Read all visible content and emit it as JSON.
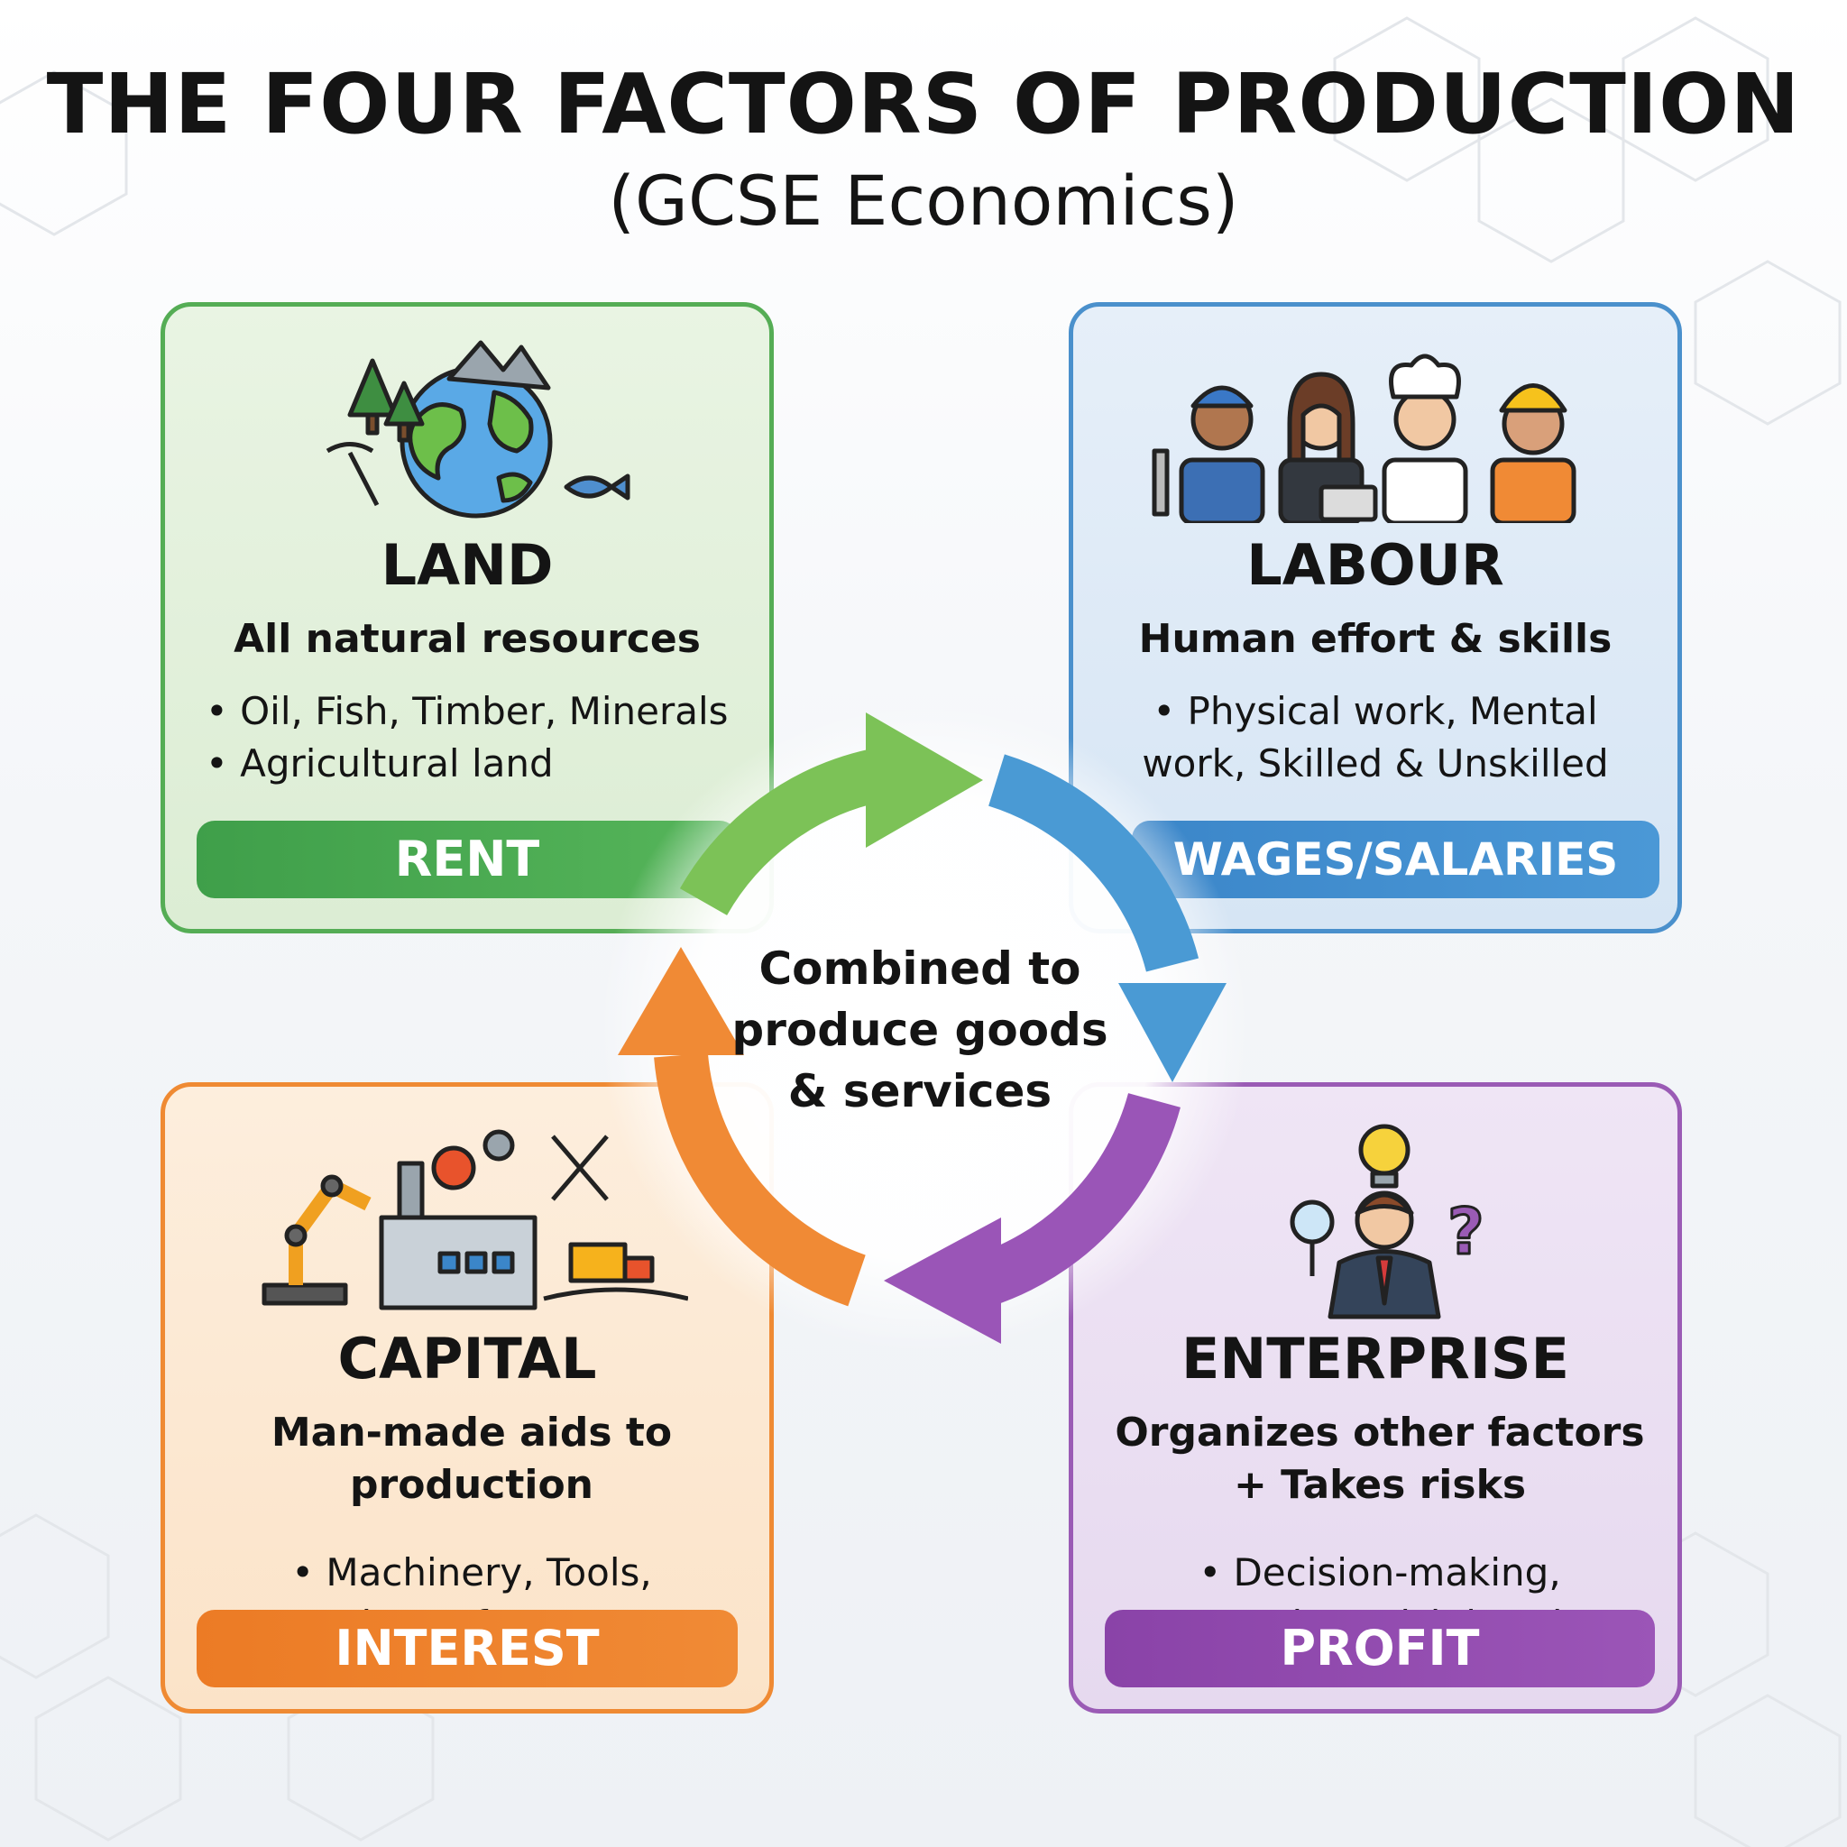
{
  "header": {
    "title": "THE FOUR FACTORS OF PRODUCTION",
    "subtitle": "(GCSE Economics)"
  },
  "factors": {
    "land": {
      "name": "LAND",
      "description": "All natural resources",
      "bullets": [
        "Oil, Fish, Timber, Minerals",
        "Agricultural land"
      ],
      "reward": "RENT",
      "color": "#55ad55"
    },
    "labour": {
      "name": "LABOUR",
      "description": "Human effort & skills",
      "bullets": [
        "Physical work, Mental work, Skilled & Unskilled"
      ],
      "reward": "WAGES/SALARIES",
      "color": "#4a90cc"
    },
    "capital": {
      "name": "CAPITAL",
      "description": "Man-made aids to production",
      "bullets": [
        "Machinery, Tools, Factories, Infrastructure"
      ],
      "reward": "INTEREST",
      "color": "#ef8a33"
    },
    "enterprise": {
      "name": "ENTERPRISE",
      "description": "Organizes other factors + Takes risks",
      "bullets": [
        "Decision-making, Innovation, Risk-bearing"
      ],
      "reward": "PROFIT",
      "color": "#9a5bb5"
    }
  },
  "cycle": {
    "center_text": "Combined to produce goods & services"
  },
  "icons": {
    "land": "globe-trees-mountains-pickaxe-fish-icon",
    "labour": "four-workers-icon",
    "capital": "robot-arm-factory-tools-truck-icon",
    "enterprise": "entrepreneur-lightbulb-question-icon"
  }
}
